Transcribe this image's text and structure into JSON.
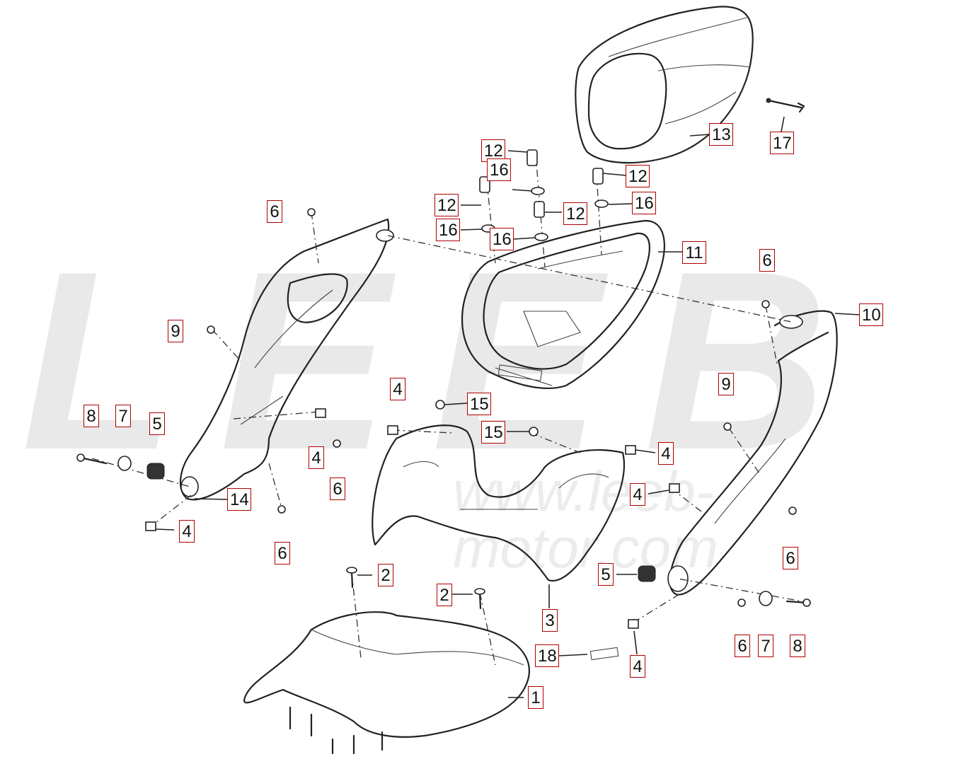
{
  "watermark": {
    "letters": "LEEB",
    "url": "www.leeb-motor.com"
  },
  "callouts": [
    {
      "id": "1",
      "label": "1"
    },
    {
      "id": "2a",
      "label": "2"
    },
    {
      "id": "2b",
      "label": "2"
    },
    {
      "id": "3",
      "label": "3"
    },
    {
      "id": "4a",
      "label": "4"
    },
    {
      "id": "4b",
      "label": "4"
    },
    {
      "id": "4c",
      "label": "4"
    },
    {
      "id": "4d",
      "label": "4"
    },
    {
      "id": "4e",
      "label": "4"
    },
    {
      "id": "4f",
      "label": "4"
    },
    {
      "id": "5a",
      "label": "5"
    },
    {
      "id": "5b",
      "label": "5"
    },
    {
      "id": "6a",
      "label": "6"
    },
    {
      "id": "6b",
      "label": "6"
    },
    {
      "id": "6c",
      "label": "6"
    },
    {
      "id": "6d",
      "label": "6"
    },
    {
      "id": "6e",
      "label": "6"
    },
    {
      "id": "6f",
      "label": "6"
    },
    {
      "id": "7a",
      "label": "7"
    },
    {
      "id": "7b",
      "label": "7"
    },
    {
      "id": "8a",
      "label": "8"
    },
    {
      "id": "8b",
      "label": "8"
    },
    {
      "id": "9a",
      "label": "9"
    },
    {
      "id": "9b",
      "label": "9"
    },
    {
      "id": "10",
      "label": "10"
    },
    {
      "id": "11",
      "label": "11"
    },
    {
      "id": "12a",
      "label": "12"
    },
    {
      "id": "12b",
      "label": "12"
    },
    {
      "id": "12c",
      "label": "12"
    },
    {
      "id": "12d",
      "label": "12"
    },
    {
      "id": "13",
      "label": "13"
    },
    {
      "id": "14",
      "label": "14"
    },
    {
      "id": "15a",
      "label": "15"
    },
    {
      "id": "15b",
      "label": "15"
    },
    {
      "id": "16a",
      "label": "16"
    },
    {
      "id": "16b",
      "label": "16"
    },
    {
      "id": "16c",
      "label": "16"
    },
    {
      "id": "16d",
      "label": "16"
    },
    {
      "id": "17",
      "label": "17"
    },
    {
      "id": "18",
      "label": "18"
    }
  ]
}
